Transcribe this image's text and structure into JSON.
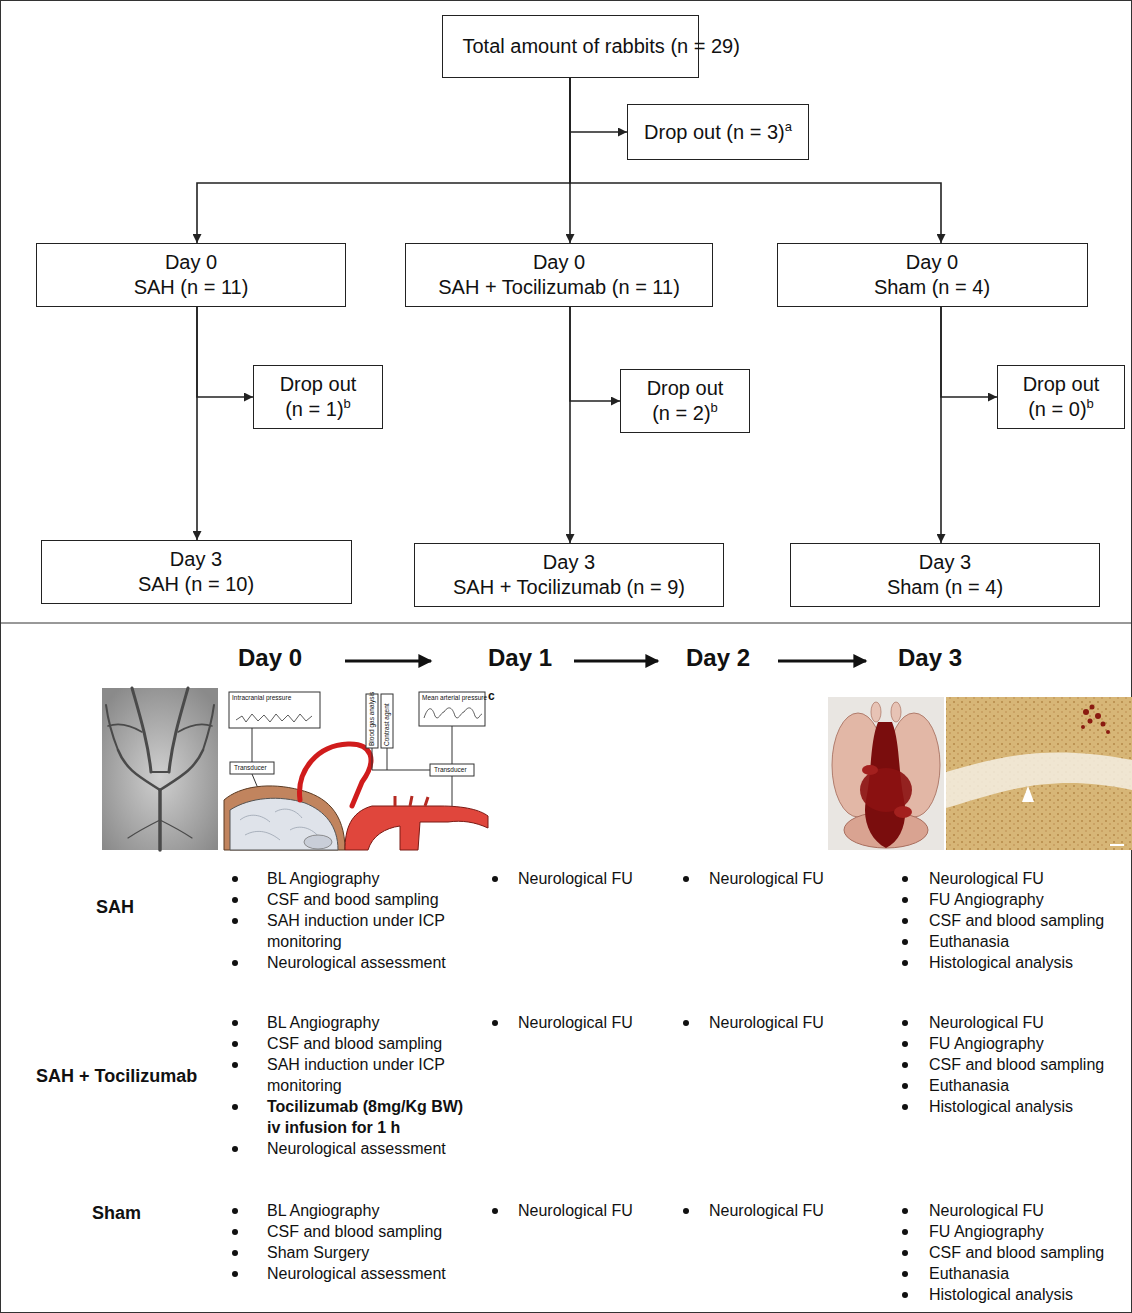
{
  "diagram": {
    "nodes": [
      {
        "text": [
          "Total amount of rabbits (n = 29)"
        ]
      },
      {
        "text": [
          "Drop out (n = 3)",
          "a"
        ]
      },
      {
        "text": [
          "Day 0",
          "SAH (n = 11)"
        ]
      },
      {
        "text": [
          "Day 0",
          "SAH + Tocilizumab (n = 11)"
        ]
      },
      {
        "text": [
          "Day 0",
          "Sham (n = 4)"
        ]
      },
      {
        "text": [
          "Drop out (n = 1)",
          "b"
        ]
      },
      {
        "text": [
          "Drop out (n = 2)",
          "b"
        ]
      },
      {
        "text": [
          "Drop out (n = 0)",
          "b"
        ]
      },
      {
        "text": [
          "Day 3",
          "SAH (n = 10)"
        ]
      },
      {
        "text": [
          "Day 3",
          "SAH + Tocilizumab (n = 9)"
        ]
      },
      {
        "text": [
          "Day 3",
          "Sham (n = 4)"
        ]
      }
    ],
    "edges": [
      {
        "from": 0,
        "to": 1,
        "arrow": "to"
      },
      {
        "from": 0,
        "to": 2,
        "arrow": "to"
      },
      {
        "from": 0,
        "to": 3,
        "arrow": "to"
      },
      {
        "from": 0,
        "to": 4,
        "arrow": "to"
      },
      {
        "from": 2,
        "to": 5,
        "arrow": "to"
      },
      {
        "from": 2,
        "to": 8,
        "arrow": "to"
      },
      {
        "from": 3,
        "to": 6,
        "arrow": "to"
      },
      {
        "from": 3,
        "to": 9,
        "arrow": "to"
      },
      {
        "from": 4,
        "to": 7,
        "arrow": "to"
      },
      {
        "from": 4,
        "to": 10,
        "arrow": "to"
      }
    ],
    "labels": [
      "Day 0",
      "Day 1",
      "Day 2",
      "Day 3",
      "c",
      "Intracranial pressure",
      "Transducer",
      "Blood gas analysis",
      "Contrast agent",
      "Mean arterial pressure",
      "Transducer",
      "SAH",
      "BL Angiography",
      "CSF and bood sampling",
      "SAH induction under ICP monitoring",
      "Neurological assessment",
      "Neurological FU",
      "Neurological FU",
      "Neurological FU",
      "FU Angiography",
      "CSF and blood sampling",
      "Euthanasia",
      "Histological analysis",
      "SAH + Tocilizumab",
      "BL Angiography",
      "CSF and blood sampling",
      "SAH induction under ICP monitoring",
      "Tocilizumab (8mg/Kg BW) iv infusion for 1 h",
      "Neurological assessment",
      "Neurological FU",
      "Neurological FU",
      "Neurological FU",
      "FU Angiography",
      "CSF and blood sampling",
      "Euthanasia",
      "Histological analysis",
      "Sham",
      "BL Angiography",
      "CSF and blood sampling",
      "Sham Surgery",
      "Neurological assessment",
      "Neurological FU",
      "Neurological FU",
      "Neurological FU",
      "FU Angiography",
      "CSF and blood sampling",
      "Euthanasia",
      "Histological analysis"
    ]
  }
}
